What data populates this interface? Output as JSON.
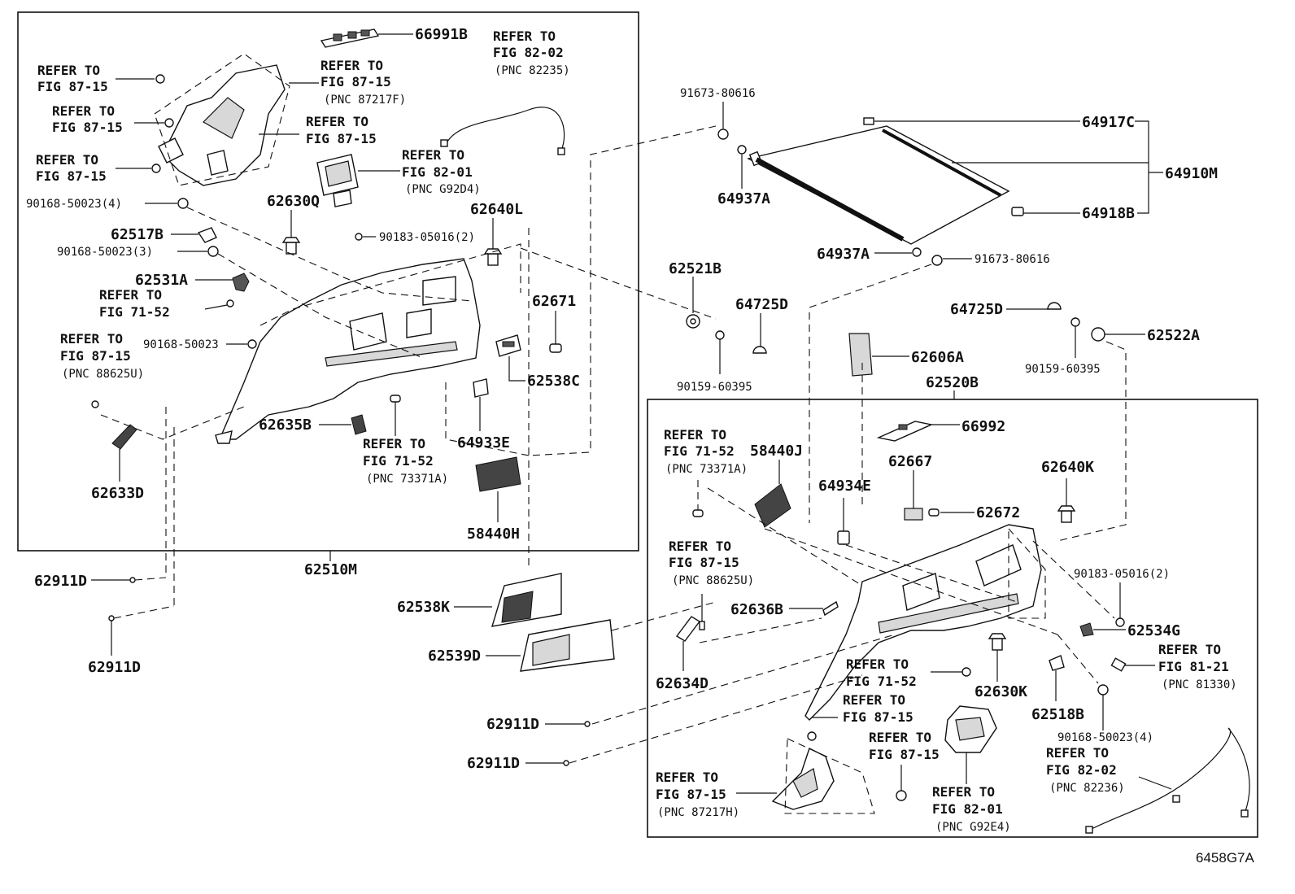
{
  "diagram_code": "6458G7A",
  "assemblies": {
    "left_box": "62510M",
    "right_box": "62520B",
    "tonneau": "64910M"
  },
  "parts": {
    "p66991B": "66991B",
    "p62630Q": "62630Q",
    "p62640L": "62640L",
    "p62517B": "62517B",
    "p62531A": "62531A",
    "p62671": "62671",
    "p62538C": "62538C",
    "p62635B": "62635B",
    "p64933E": "64933E",
    "p62633D": "62633D",
    "p58440H": "58440H",
    "p62911D_a": "62911D",
    "p62911D_b": "62911D",
    "p62911D_c": "62911D",
    "p62911D_d": "62911D",
    "p62538K": "62538K",
    "p62539D": "62539D",
    "p91673_a": "91673-80616",
    "p91673_b": "91673-80616",
    "p64917C": "64917C",
    "p64937A_a": "64937A",
    "p64937A_b": "64937A",
    "p64918B": "64918B",
    "p62521B": "62521B",
    "p64725D_a": "64725D",
    "p64725D_b": "64725D",
    "p90159_a": "90159-60395",
    "p90159_b": "90159-60395",
    "p62522A": "62522A",
    "p62606A": "62606A",
    "p66992": "66992",
    "p58440J": "58440J",
    "p64934E": "64934E",
    "p62667": "62667",
    "p62640K": "62640K",
    "p62672": "62672",
    "p90183_b": "90183-05016(2)",
    "p62636B": "62636B",
    "p62534G": "62534G",
    "p62634D": "62634D",
    "p62630K": "62630K",
    "p62518B": "62518B",
    "p90168_r4": "90168-50023(4)",
    "p90168_l4": "90168-50023(4)",
    "p90168_l3": "90168-50023(3)",
    "p90168_l1": "90168-50023",
    "p90183_a": "90183-05016(2)"
  },
  "refs": {
    "r1": {
      "line1": "REFER TO",
      "line2": "FIG 87-15"
    },
    "r2": {
      "line1": "REFER TO",
      "line2": "FIG 87-15"
    },
    "r3": {
      "line1": "REFER TO",
      "line2": "FIG 87-15"
    },
    "r4": {
      "line1": "REFER TO",
      "line2": "FIG 87-15",
      "pnc": "(PNC 87217F)"
    },
    "r5": {
      "line1": "REFER TO",
      "line2": "FIG 87-15"
    },
    "r6": {
      "line1": "REFER TO",
      "line2": "FIG 82-02",
      "pnc": "(PNC 82235)"
    },
    "r7": {
      "line1": "REFER TO",
      "line2": "FIG 82-01",
      "pnc": "(PNC G92D4)"
    },
    "r8": {
      "line1": "REFER TO",
      "line2": "FIG 71-52"
    },
    "r9": {
      "line1": "REFER TO",
      "line2": "FIG 87-15",
      "pnc": "(PNC 88625U)"
    },
    "r10": {
      "line1": "REFER TO",
      "line2": "FIG 71-52",
      "pnc": "(PNC 73371A)"
    },
    "r11": {
      "line1": "REFER TO",
      "line2": "FIG 71-52",
      "pnc": "(PNC 73371A)"
    },
    "r12": {
      "line1": "REFER TO",
      "line2": "FIG 87-15",
      "pnc": "(PNC 88625U)"
    },
    "r13": {
      "line1": "REFER TO",
      "line2": "FIG 81-21",
      "pnc": "(PNC 81330)"
    },
    "r14": {
      "line1": "REFER TO",
      "line2": "FIG 71-52"
    },
    "r15": {
      "line1": "REFER TO",
      "line2": "FIG 87-15"
    },
    "r16": {
      "line1": "REFER TO",
      "line2": "FIG 87-15"
    },
    "r17": {
      "line1": "REFER TO",
      "line2": "FIG 87-15",
      "pnc": "(PNC 87217H)"
    },
    "r18": {
      "line1": "REFER TO",
      "line2": "FIG 82-01",
      "pnc": "(PNC G92E4)"
    },
    "r19": {
      "line1": "REFER TO",
      "line2": "FIG 82-02",
      "pnc": "(PNC 82236)"
    }
  }
}
